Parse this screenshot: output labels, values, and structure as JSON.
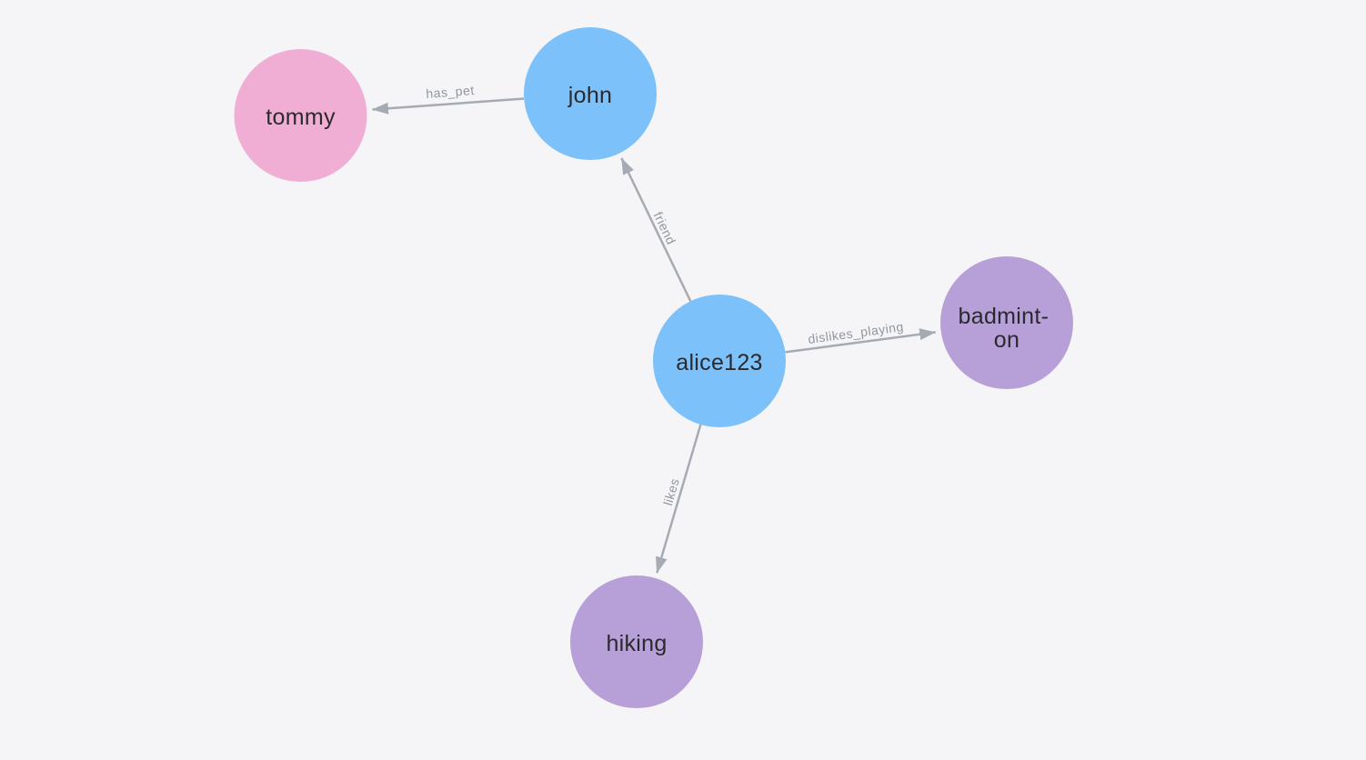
{
  "canvas": {
    "background_color": "#f5f5f7"
  },
  "colors": {
    "edge": "#a6aab3",
    "edge_label": "#9096a0",
    "node_text": "#2a2a2e",
    "node_blue": "#7cc1fa",
    "node_pink": "#f1aed4",
    "node_purple": "#b79fd7"
  },
  "nodes": [
    {
      "id": "tommy",
      "label": "tommy",
      "color": "#f1aed4"
    },
    {
      "id": "john",
      "label": "john",
      "color": "#7cc1fa"
    },
    {
      "id": "alice123",
      "label": "alice123",
      "color": "#7cc1fa"
    },
    {
      "id": "badminton",
      "label": "badminton",
      "display_lines": [
        "badmint-",
        "on"
      ],
      "color": "#b79fd7"
    },
    {
      "id": "hiking",
      "label": "hiking",
      "color": "#b79fd7"
    }
  ],
  "edges": [
    {
      "label": "has_pet",
      "from": "john",
      "to": "tommy"
    },
    {
      "label": "friend",
      "from": "alice123",
      "to": "john"
    },
    {
      "label": "dislikes_playing",
      "from": "alice123",
      "to": "badminton"
    },
    {
      "label": "likes",
      "from": "alice123",
      "to": "hiking"
    }
  ]
}
